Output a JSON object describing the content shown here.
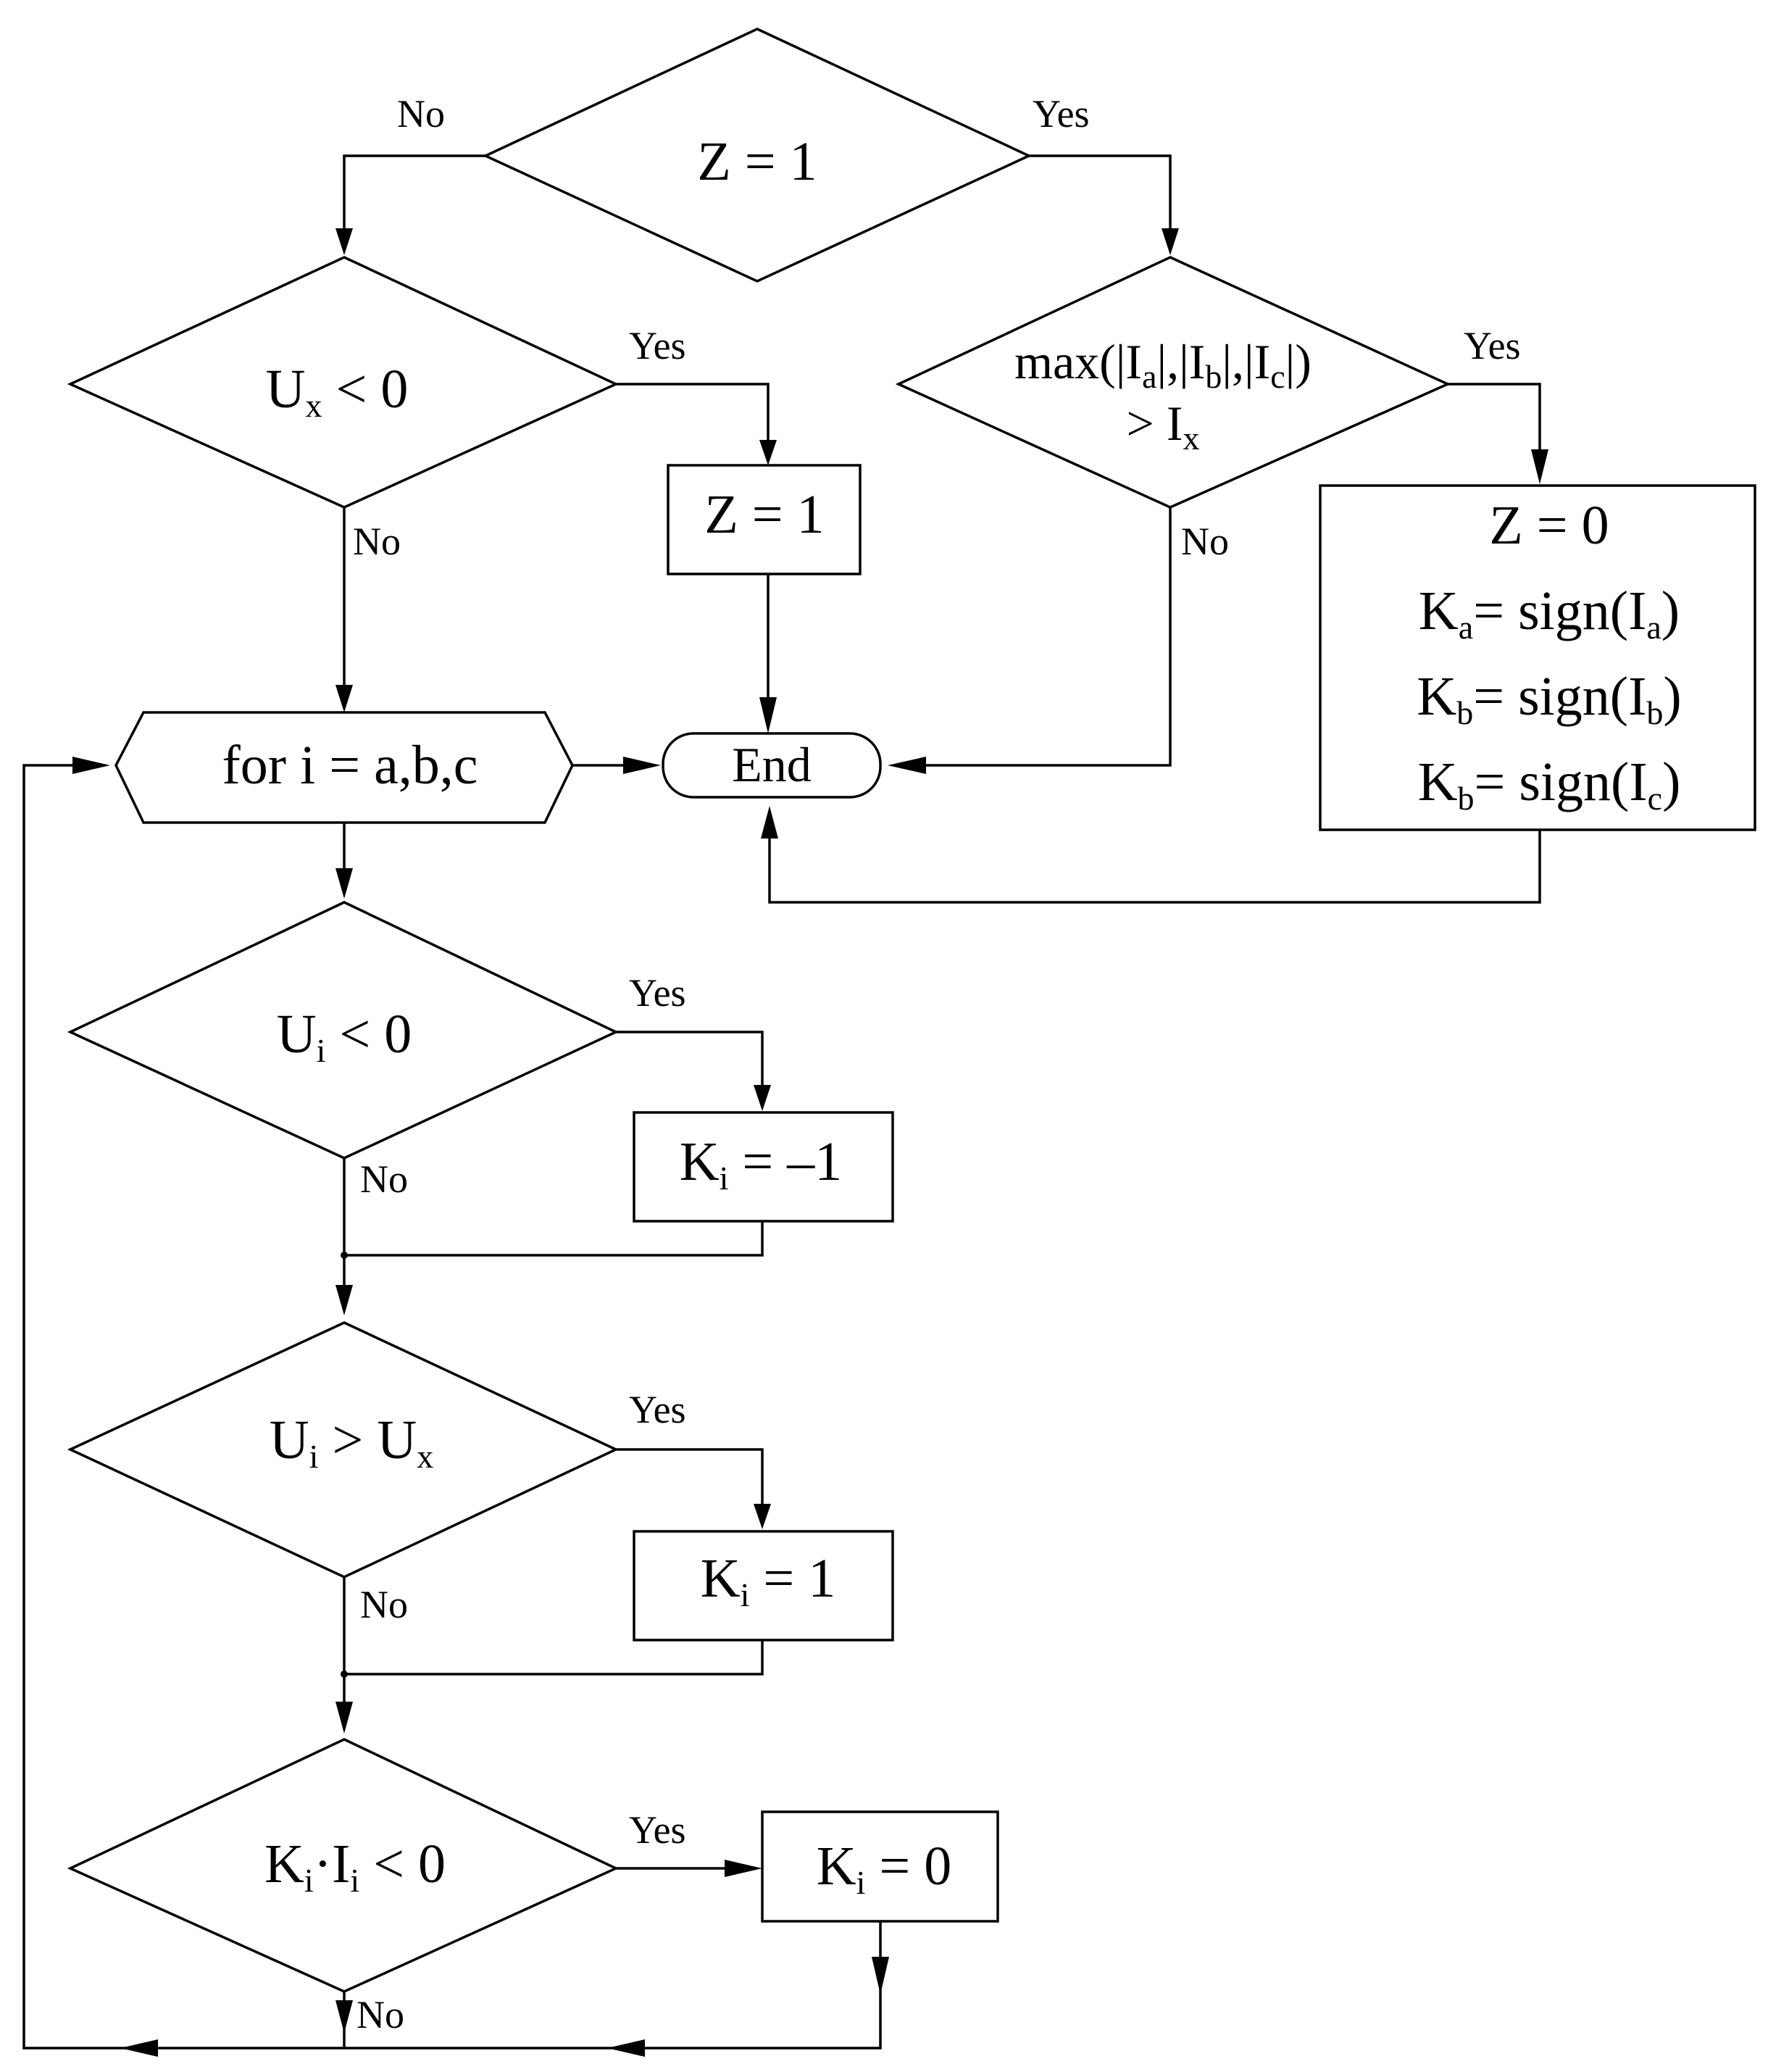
{
  "diagram": {
    "nodes": {
      "d_z": {
        "lines": [
          [
            {
              "t": "Z = 1"
            }
          ]
        ]
      },
      "d_ux": {
        "lines": [
          [
            {
              "t": "U"
            },
            {
              "t": "x",
              "sub": true
            },
            {
              "t": " < 0"
            }
          ]
        ]
      },
      "p_z1": {
        "lines": [
          [
            {
              "t": "Z = 1"
            }
          ]
        ]
      },
      "d_max": {
        "lines": [
          [
            {
              "t": "max(|I"
            },
            {
              "t": "a",
              "sub": true
            },
            {
              "t": "|,|I"
            },
            {
              "t": "b",
              "sub": true
            },
            {
              "t": "|,|I"
            },
            {
              "t": "c",
              "sub": true
            },
            {
              "t": "|)"
            }
          ],
          [
            {
              "t": "> I"
            },
            {
              "t": "x",
              "sub": true
            }
          ]
        ]
      },
      "p_reset": {
        "lines": [
          [
            {
              "t": "Z = 0"
            }
          ],
          [
            {
              "t": "K"
            },
            {
              "t": "a",
              "sub": true
            },
            {
              "t": "= sign(I"
            },
            {
              "t": "a",
              "sub": true
            },
            {
              "t": ")"
            }
          ],
          [
            {
              "t": "K"
            },
            {
              "t": "b",
              "sub": true
            },
            {
              "t": "= sign(I"
            },
            {
              "t": "b",
              "sub": true
            },
            {
              "t": ")"
            }
          ],
          [
            {
              "t": "K"
            },
            {
              "t": "b",
              "sub": true
            },
            {
              "t": "= sign(I"
            },
            {
              "t": "c",
              "sub": true
            },
            {
              "t": ")"
            }
          ]
        ]
      },
      "loop": {
        "lines": [
          [
            {
              "t": "for i = a,b,c"
            }
          ]
        ]
      },
      "end": {
        "lines": [
          [
            {
              "t": "End"
            }
          ]
        ]
      },
      "d_ui0": {
        "lines": [
          [
            {
              "t": "U"
            },
            {
              "t": "i",
              "sub": true
            },
            {
              "t": " < 0"
            }
          ]
        ]
      },
      "p_kneg": {
        "lines": [
          [
            {
              "t": "K"
            },
            {
              "t": "i",
              "sub": true
            },
            {
              "t": " = –1"
            }
          ]
        ]
      },
      "d_uiux": {
        "lines": [
          [
            {
              "t": "U"
            },
            {
              "t": "i",
              "sub": true
            },
            {
              "t": " > U"
            },
            {
              "t": "x",
              "sub": true
            }
          ]
        ]
      },
      "p_kpos": {
        "lines": [
          [
            {
              "t": "K"
            },
            {
              "t": "i",
              "sub": true
            },
            {
              "t": " = 1"
            }
          ]
        ]
      },
      "d_ki": {
        "lines": [
          [
            {
              "t": "K"
            },
            {
              "t": "i",
              "sub": true
            },
            {
              "t": "·I"
            },
            {
              "t": "i",
              "sub": true
            },
            {
              "t": " < 0"
            }
          ]
        ]
      },
      "p_k0": {
        "lines": [
          [
            {
              "t": "K"
            },
            {
              "t": "i",
              "sub": true
            },
            {
              "t": " = 0"
            }
          ]
        ]
      }
    },
    "branch_labels": {
      "z_no": "No",
      "z_yes": "Yes",
      "ux_yes": "Yes",
      "ux_no": "No",
      "max_yes": "Yes",
      "max_no": "No",
      "ui0_yes": "Yes",
      "ui0_no": "No",
      "uiux_yes": "Yes",
      "uiux_no": "No",
      "ki_yes": "Yes",
      "ki_no": "No"
    }
  }
}
